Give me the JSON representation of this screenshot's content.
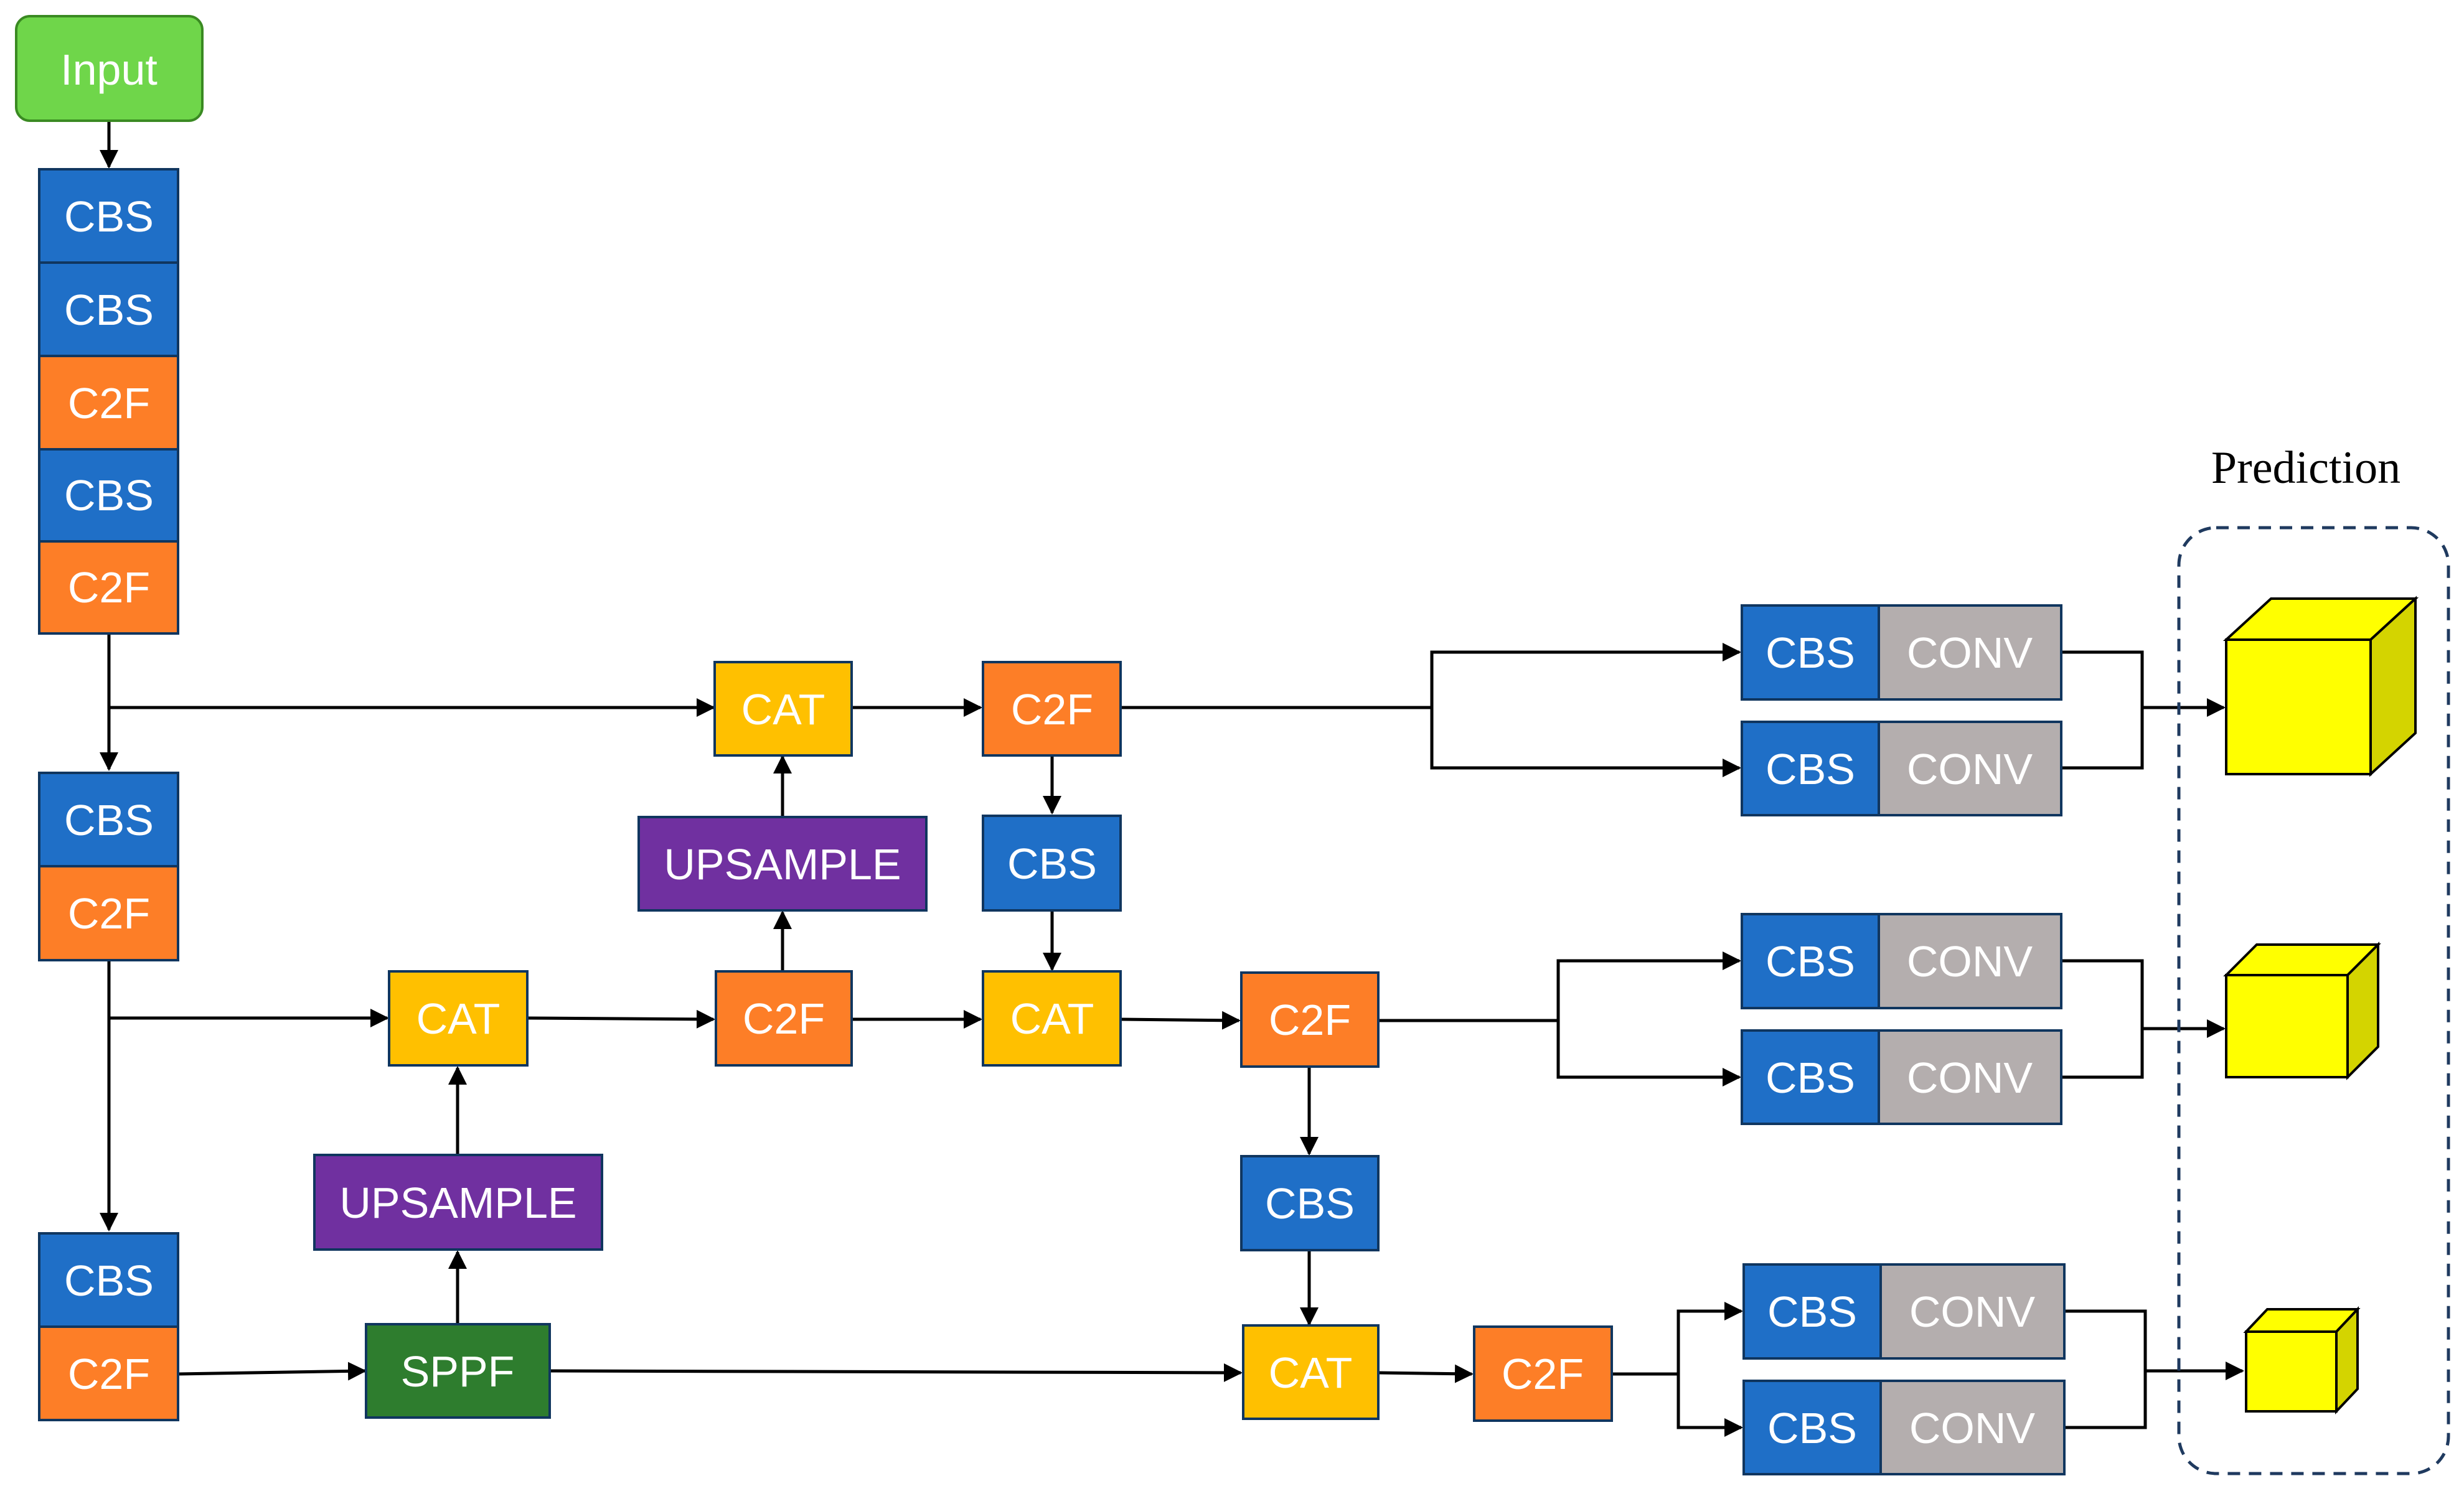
{
  "diagram": {
    "input_label": "Input",
    "prediction_label": "Prediction",
    "blocks": {
      "cbs": "CBS",
      "c2f": "C2F",
      "cat": "CAT",
      "upsample": "UPSAMPLE",
      "sppf": "SPPF",
      "conv": "CONV"
    }
  },
  "colors": {
    "input": "#6fd64a",
    "cbs": "#1f6fc7",
    "c2f": "#fd7e27",
    "cat": "#ffc000",
    "upsample": "#7030a0",
    "sppf": "#2e7d2e",
    "conv": "#b4aeae",
    "cube_face": "#ffff00",
    "cube_side": "#d4d400"
  }
}
